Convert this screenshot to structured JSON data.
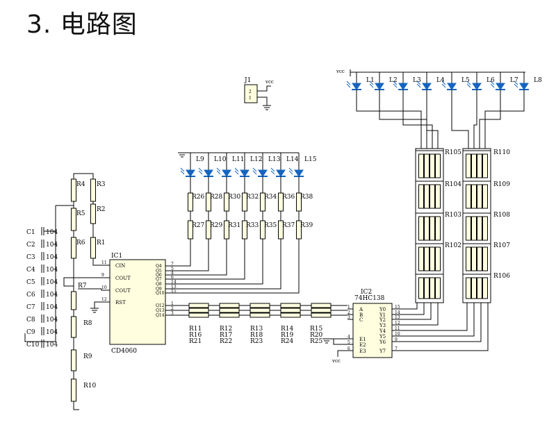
{
  "title": "3. 电路图",
  "connector": {
    "ref": "J1",
    "vcc": "vcc",
    "pins": [
      "2",
      "1"
    ]
  },
  "ic1": {
    "ref": "IC1",
    "part": "CD4060",
    "left_pins": [
      {
        "num": "11",
        "name": "CIN"
      },
      {
        "num": "9",
        "name": "COUT"
      },
      {
        "num": "10",
        "name": "COUT"
      },
      {
        "num": "12",
        "name": "RST"
      }
    ],
    "right_pins": [
      {
        "num": "7",
        "name": "Q4"
      },
      {
        "num": "5",
        "name": "Q5"
      },
      {
        "num": "4",
        "name": "Q6"
      },
      {
        "num": "6",
        "name": "Q7"
      },
      {
        "num": "14",
        "name": "Q8"
      },
      {
        "num": "13",
        "name": "Q9"
      },
      {
        "num": "15",
        "name": "Q10"
      },
      {
        "num": "1",
        "name": "Q12"
      },
      {
        "num": "2",
        "name": "Q13"
      },
      {
        "num": "3",
        "name": "Q14"
      }
    ]
  },
  "ic2": {
    "ref": "IC2",
    "part": "74HC138",
    "left_pins": [
      {
        "num": "1",
        "name": "A"
      },
      {
        "num": "2",
        "name": "B"
      },
      {
        "num": "3",
        "name": "C"
      },
      {
        "num": "4",
        "name": "E1"
      },
      {
        "num": "5",
        "name": "E2"
      },
      {
        "num": "6",
        "name": "E3"
      }
    ],
    "right_pins": [
      {
        "num": "15",
        "name": "Y0"
      },
      {
        "num": "14",
        "name": "Y1"
      },
      {
        "num": "13",
        "name": "Y2"
      },
      {
        "num": "12",
        "name": "Y3"
      },
      {
        "num": "11",
        "name": "Y4"
      },
      {
        "num": "10",
        "name": "Y5"
      },
      {
        "num": "9",
        "name": "Y6"
      },
      {
        "num": "7",
        "name": "Y7"
      }
    ],
    "vcc": "vcc"
  },
  "capacitors": [
    {
      "ref": "C1",
      "value": "104"
    },
    {
      "ref": "C2",
      "value": "104"
    },
    {
      "ref": "C3",
      "value": "104"
    },
    {
      "ref": "C4",
      "value": "104"
    },
    {
      "ref": "C5",
      "value": "104"
    },
    {
      "ref": "C6",
      "value": "104"
    },
    {
      "ref": "C7",
      "value": "104"
    },
    {
      "ref": "C8",
      "value": "104"
    },
    {
      "ref": "C9",
      "value": "104"
    },
    {
      "ref": "C10",
      "value": "104"
    }
  ],
  "ladder": {
    "right_col": [
      "R3",
      "R2",
      "R1"
    ],
    "left_col": [
      "R4",
      "R5",
      "R6"
    ],
    "chain": [
      "R7",
      "R8",
      "R9",
      "R10"
    ]
  },
  "top_leds": {
    "vcc": "vcc",
    "labels": [
      "L1",
      "L2",
      "L3",
      "L4",
      "L5",
      "L6",
      "L7",
      "L8"
    ]
  },
  "mid_leds": {
    "labels": [
      "L9",
      "L10",
      "L11",
      "L12",
      "L13",
      "L14",
      "L15"
    ]
  },
  "mid_resistors": {
    "upper": [
      "R26",
      "R28",
      "R30",
      "R32",
      "R34",
      "R36",
      "R38"
    ],
    "lower": [
      "R27",
      "R29",
      "R31",
      "R33",
      "R35",
      "R37",
      "R39"
    ]
  },
  "bus_resistors": {
    "row1": [
      "R11",
      "R12",
      "R13",
      "R14",
      "R15"
    ],
    "row2": [
      "R16",
      "R17",
      "R18",
      "R19",
      "R20"
    ],
    "row3": [
      "R21",
      "R22",
      "R23",
      "R24",
      "R25"
    ]
  },
  "grid_resistors": {
    "left": [
      "R105",
      "R104",
      "R103",
      "R102"
    ],
    "right": [
      "R110",
      "R109",
      "R108",
      "R107",
      "R106"
    ]
  }
}
